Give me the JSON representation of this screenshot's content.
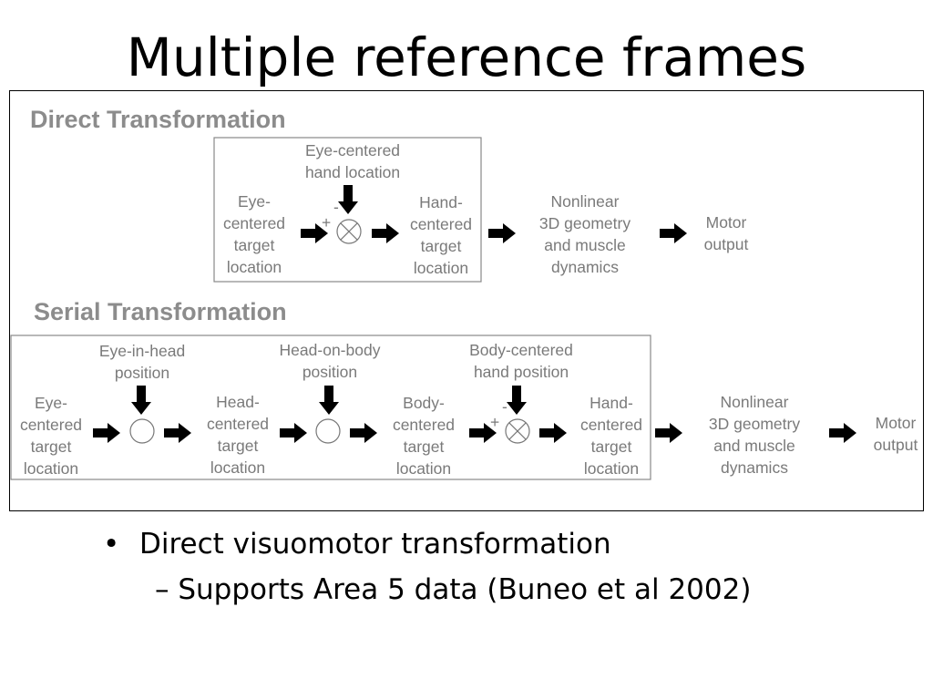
{
  "slide": {
    "title": "Multiple reference frames",
    "bullets": [
      {
        "marker": "•",
        "text": "Direct visuomotor transformation"
      },
      {
        "marker": "–",
        "text": "Supports Area 5 data (Buneo et al 2002)"
      }
    ]
  },
  "diagram": {
    "direct": {
      "title": "Direct Transformation",
      "input": [
        "Eye-centered",
        "hand location"
      ],
      "nodes": [
        [
          "Eye-",
          "centered",
          "target",
          "location"
        ],
        [
          "Hand-",
          "centered",
          "target",
          "location"
        ],
        [
          "Nonlinear",
          "3D geometry",
          "and muscle",
          "dynamics"
        ],
        [
          "Motor",
          "output"
        ]
      ],
      "minus": "-",
      "plus": "+"
    },
    "serial": {
      "title": "Serial Transformation",
      "inputs": [
        [
          "Eye-in-head",
          "position"
        ],
        [
          "Head-on-body",
          "position"
        ],
        [
          "Body-centered",
          "hand position"
        ]
      ],
      "nodes": [
        [
          "Eye-",
          "centered",
          "target",
          "location"
        ],
        [
          "Head-",
          "centered",
          "target",
          "location"
        ],
        [
          "Body-",
          "centered",
          "target",
          "location"
        ],
        [
          "Hand-",
          "centered",
          "target",
          "location"
        ],
        [
          "Nonlinear",
          "3D geometry",
          "and muscle",
          "dynamics"
        ],
        [
          "Motor",
          "output"
        ]
      ],
      "minus": "-",
      "plus": "+"
    }
  }
}
